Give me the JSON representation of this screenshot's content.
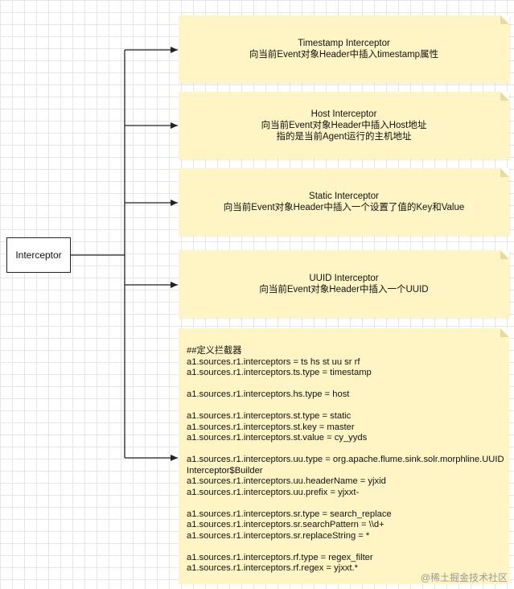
{
  "root": {
    "label": "Interceptor"
  },
  "notes": [
    {
      "title": "Timestamp Interceptor",
      "lines": [
        "向当前Event对象Header中插入timestamp属性"
      ]
    },
    {
      "title": "Host Interceptor",
      "lines": [
        "向当前Event对象Header中插入Host地址",
        "指的是当前Agent运行的主机地址"
      ]
    },
    {
      "title": "Static Interceptor",
      "lines": [
        "向当前Event对象Header中插入一个设置了值的Key和Value"
      ]
    },
    {
      "title": "UUID Interceptor",
      "lines": [
        "向当前Event对象Header中插入一个UUID"
      ]
    }
  ],
  "config": {
    "lines": [
      "##定义拦截器",
      "a1.sources.r1.interceptors = ts hs st uu sr rf",
      "a1.sources.r1.interceptors.ts.type = timestamp",
      "",
      "a1.sources.r1.interceptors.hs.type = host",
      "",
      "a1.sources.r1.interceptors.st.type = static",
      "a1.sources.r1.interceptors.st.key = master",
      "a1.sources.r1.interceptors.st.value = cy_yyds",
      "",
      "a1.sources.r1.interceptors.uu.type = org.apache.flume.sink.solr.morphline.UUIDInterceptor$Builder",
      "a1.sources.r1.interceptors.uu.headerName = yjxid",
      "a1.sources.r1.interceptors.uu.prefix = yjxxt-",
      "",
      "a1.sources.r1.interceptors.sr.type = search_replace",
      "a1.sources.r1.interceptors.sr.searchPattern = \\\\d+",
      "a1.sources.r1.interceptors.sr.replaceString = *",
      "",
      "a1.sources.r1.interceptors.rf.type = regex_filter",
      "a1.sources.r1.interceptors.rf.regex = yjxxt.*"
    ]
  },
  "watermark": "@稀土掘金技术社区"
}
